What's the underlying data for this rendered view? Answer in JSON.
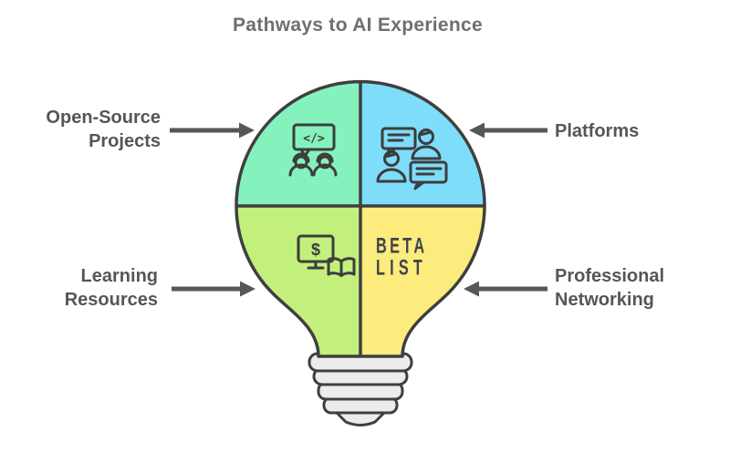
{
  "title": "Pathways to AI Experience",
  "callouts": {
    "open_source": {
      "line1": "Open-Source",
      "line2": "Projects",
      "side": "left"
    },
    "platforms": {
      "line1": "Platforms",
      "line2": "",
      "side": "right"
    },
    "learning": {
      "line1": "Learning",
      "line2": "Resources",
      "side": "left"
    },
    "professional": {
      "line1": "Professional",
      "line2": "Networking",
      "side": "right"
    }
  },
  "lightbulb": {
    "quadrants": [
      {
        "name": "open-source-projects",
        "position": "top-left",
        "color": "#85f2bd",
        "icon": "pair-programming-code-icon"
      },
      {
        "name": "platforms",
        "position": "top-right",
        "color": "#7eddfa",
        "icon": "people-chat-icon"
      },
      {
        "name": "learning-resources",
        "position": "bottom-left",
        "color": "#c3f07c",
        "icon": "monitor-dollar-book-icon"
      },
      {
        "name": "professional-networking",
        "position": "bottom-right",
        "color": "#fceb7d",
        "icon": "beta-list-logo"
      }
    ],
    "beta_list_logo": {
      "line1": "BETA",
      "line2": "LIST"
    },
    "icon_glyphs": {
      "code": "</>",
      "dollar": "$"
    }
  },
  "colors": {
    "outline": "#3f3f3f",
    "icon_stroke": "#3d3d3d",
    "screw_fill": "#ececec",
    "arrow": "#55575a",
    "label_text": "#54565a",
    "title_text": "#6f6f6f",
    "beta_text": "#3e434c",
    "background": "#ffffff"
  }
}
